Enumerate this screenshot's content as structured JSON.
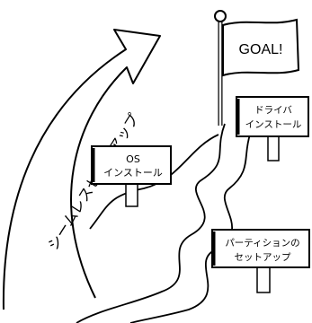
{
  "arrow_label": "シームレスセットアップ",
  "goal_flag": {
    "text": "GOAL!"
  },
  "signs": {
    "os_install": {
      "line1": "OS",
      "line2": "インストール"
    },
    "driver_install": {
      "line1": "ドライバ",
      "line2": "インストール"
    },
    "partition_setup": {
      "line1": "パーティションの",
      "line2": "セットアップ"
    }
  }
}
